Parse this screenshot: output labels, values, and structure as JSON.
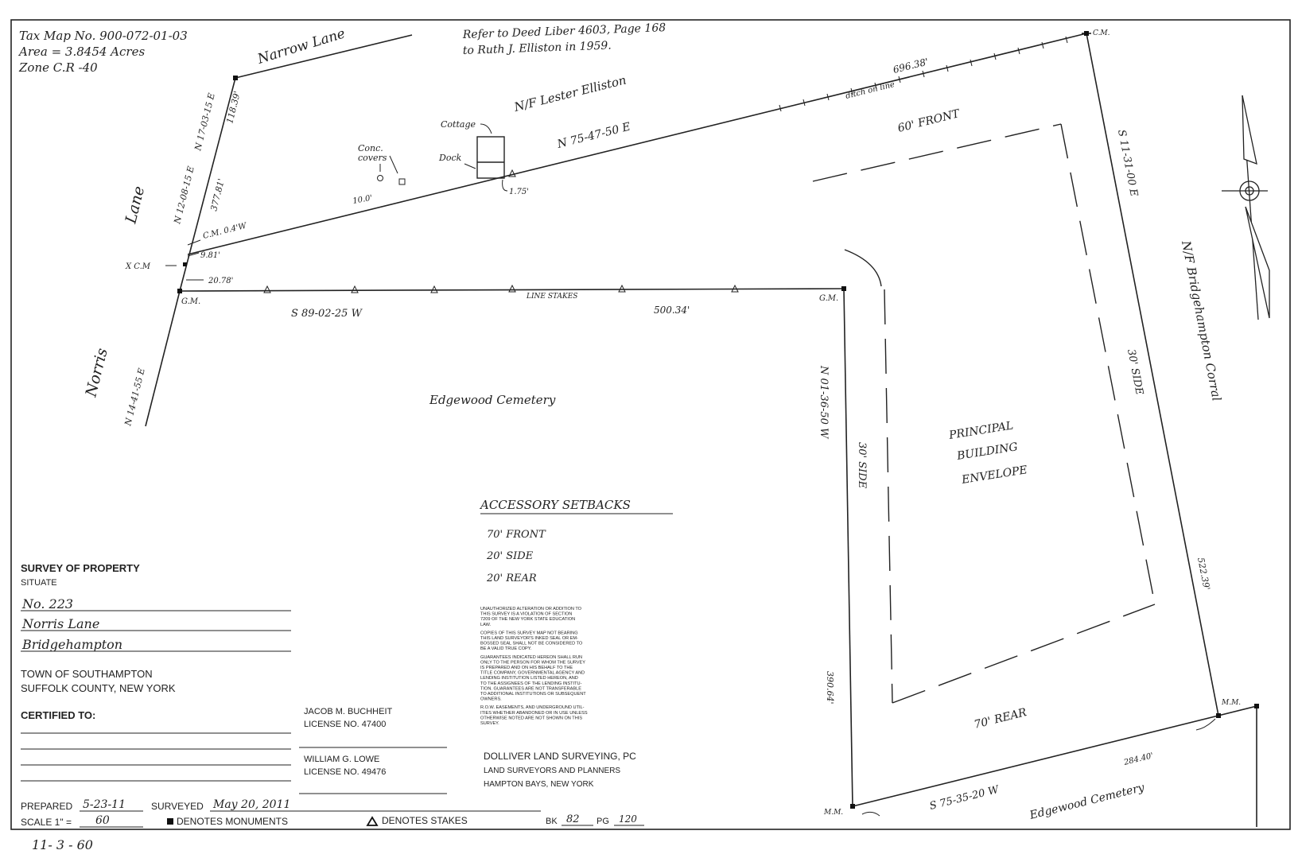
{
  "header_notes": {
    "tax_map": "Tax Map No. 900-072-01-03",
    "area": "Area = 3.8454 Acres",
    "zone": "Zone C.R -40",
    "deed_line1": "Refer to Deed Liber 4603, Page 168",
    "deed_line2": "to Ruth J. Elliston in 1959."
  },
  "roads": {
    "narrow_lane": "Narrow Lane",
    "lane": "Lane",
    "norris": "Norris"
  },
  "bearings": {
    "n17": "N 17-03-15 E",
    "n12": "N 12-08-15 E",
    "n14": "N 14-41-55 E",
    "n75": "N 75-47-50 E",
    "s89": "S 89-02-25 W",
    "s11": "S 11-31-00 E",
    "n01": "N 01-36-50 W",
    "s75": "S 75-35-20 W"
  },
  "distances": {
    "d118": "118.39'",
    "d377": "377.81'",
    "d696": "696.38'",
    "d500": "500.34'",
    "d522": "522.39'",
    "d390": "390.64'",
    "d284": "284.40'",
    "d981": "9.81'",
    "d2078": "20.78'",
    "d100": "10.0'",
    "d175": "1.75'"
  },
  "labels": {
    "cottage": "Cottage",
    "dock": "Dock",
    "conc_covers_1": "Conc.",
    "conc_covers_2": "covers",
    "nf_lester": "N/F Lester Elliston",
    "ditch": "ditch on line",
    "cm": "C.M.",
    "cm_offset": "C.M. 0.4'W",
    "x_cm": "X C.M",
    "gm": "G.M.",
    "mm": "M.M.",
    "line_stakes": "LINE STAKES",
    "edgewood_cemetery": "Edgewood Cemetery",
    "nf_bridgehampton": "N/F Bridgehampton Corral",
    "front_60": "60' FRONT",
    "side_30": "30' SIDE",
    "rear_70": "70' REAR",
    "principal_1": "PRINCIPAL",
    "principal_2": "BUILDING",
    "principal_3": "ENVELOPE"
  },
  "accessory": {
    "title": "ACCESSORY SETBACKS",
    "front": "70' FRONT",
    "side": "20' SIDE",
    "rear": "20' REAR"
  },
  "legal_notes": [
    [
      "UNAUTHORIZED ALTERATION OR ADDITION TO",
      "THIS SURVEY IS A VIOLATION OF SECTION",
      "7209 OF THE NEW YORK STATE EDUCATION",
      "LAW."
    ],
    [
      "COPIES OF THIS SURVEY MAP NOT BEARING",
      "THIS LAND SURVEYOR'S INKED SEAL OR EM-",
      "BOSSED SEAL SHALL NOT BE CONSIDERED TO",
      "BE A VALID TRUE COPY."
    ],
    [
      "GUARANTEES INDICATED HEREON SHALL RUN",
      "ONLY TO THE PERSON FOR WHOM THE SURVEY",
      "IS PREPARED AND ON HIS BEHALF TO THE",
      "TITLE COMPANY, GOVERNMENTAL AGENCY AND",
      "LENDING INSTITUTION LISTED HEREON, AND",
      "TO THE ASSIGNEES OF THE LENDING INSTITU-",
      "TION. GUARANTEES ARE NOT TRANSFERABLE",
      "TO ADDITIONAL INSTITUTIONS OR SUBSEQUENT",
      "OWNERS."
    ],
    [
      "R.O.W. EASEMENTS, AND UNDERGROUND UTIL-",
      "ITIES WHETHER ABANDONED OR IN USE UNLESS",
      "OTHERWISE NOTED ARE NOT SHOWN ON THIS",
      "SURVEY."
    ]
  ],
  "title_block": {
    "survey_of": "SURVEY OF PROPERTY",
    "situate": "SITUATE",
    "address1": "No. 223",
    "address2": "Norris Lane",
    "address3": "Bridgehampton",
    "town": "TOWN OF  SOUTHAMPTON",
    "county": "SUFFOLK COUNTY, NEW YORK",
    "certified": "CERTIFIED TO:",
    "surveyor1_name": "JACOB M. BUCHHEIT",
    "surveyor1_license": "LICENSE NO. 47400",
    "surveyor2_name": "WILLIAM G. LOWE",
    "surveyor2_license": "LICENSE NO. 49476",
    "firm": "DOLLIVER LAND SURVEYING, PC",
    "firm_sub": "LAND SURVEYORS AND PLANNERS",
    "firm_loc": "HAMPTON BAYS, NEW YORK"
  },
  "footer": {
    "prepared_label": "PREPARED",
    "prepared_value": "5-23-11",
    "surveyed_label": "SURVEYED",
    "surveyed_value": "May 20, 2011",
    "scale_label": "SCALE 1\" =",
    "scale_value": "60",
    "monuments": "DENOTES MONUMENTS",
    "stakes": "DENOTES STAKES",
    "bk_label": "BK",
    "bk_value": "82",
    "pg_label": "PG",
    "pg_value": "120",
    "bottom_note": "11- 3 - 60"
  }
}
